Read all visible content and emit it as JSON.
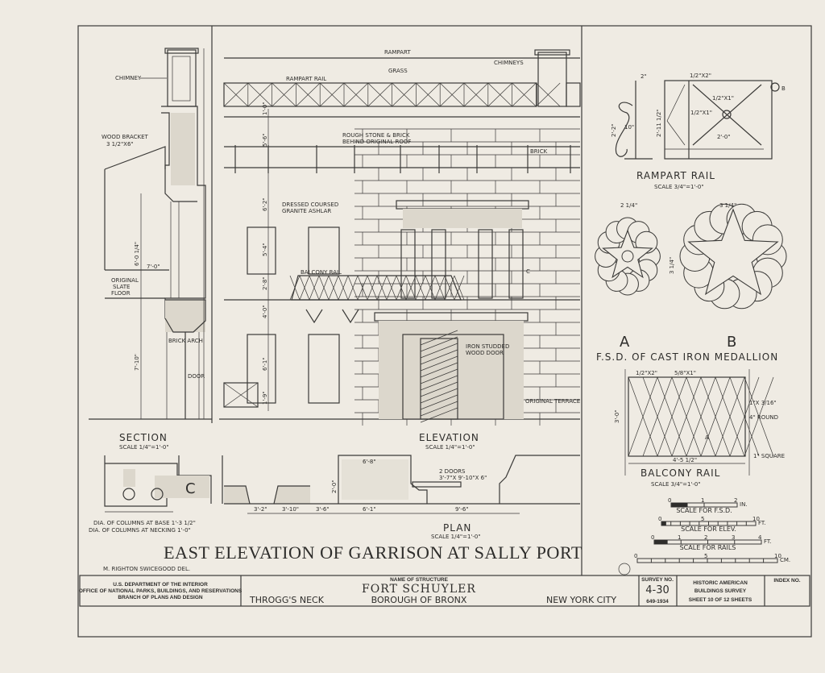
{
  "sheet": {
    "title": "EAST ELEVATION OF GARRISON AT SALLY PORT",
    "delineator": "M. RIGHTON SWICEGOOD DEL."
  },
  "section": {
    "title": "SECTION",
    "scale": "SCALE 1/4\"=1'-0\"",
    "labels": [
      "CHIMNEY",
      "WOOD BRACKET",
      "3 1/2\"X6\"",
      "ORIGINAL",
      "SLATE",
      "FLOOR",
      "BRICK ARCH",
      "DOOR",
      "7'-0\"",
      "7'-10\"",
      "6'-0 1/4\""
    ]
  },
  "elevation": {
    "title": "ELEVATION",
    "scale": "SCALE 1/4\"=1'-0\"",
    "labels": [
      "RAMPART",
      "GRASS",
      "RAMPART RAIL",
      "CHIMNEYS",
      "ROUGH STONE & BRICK",
      "BEHIND ORIGINAL ROOF",
      "BRICK",
      "DRESSED COURSED",
      "GRANITE ASHLAR",
      "BALCONY RAIL",
      "C",
      "IRON STUDDED",
      "WOOD DOOR",
      "ORIGINAL TERRACE"
    ],
    "dims": [
      "1'-0\"",
      "5'-6\"",
      "6'-2\"",
      "5'-4\"",
      "2'-8\"",
      "4'-0\"",
      "6'-1\"",
      "1'-9\""
    ]
  },
  "plan": {
    "title": "PLAN",
    "scale": "SCALE 1/4\"=1'-0\"",
    "dims": [
      "3'-2\"",
      "3'-10\"",
      "3'-6\"",
      "6'-1\"",
      "9'-6\"",
      "6'-8\"",
      "2'-0\""
    ],
    "note1": "2 DOORS",
    "note2": "3'-7\"X 9'-10\"X 6\"",
    "column_note1": "DIA. OF COLUMNS AT BASE 1'-3 1/2\"",
    "column_note2": "DIA. OF COLUMNS AT NECKING 1'-0\"",
    "c_mark": "C"
  },
  "rampart_rail": {
    "title": "RAMPART RAIL",
    "scale": "SCALE 3/4\"=1'-0\"",
    "labels": [
      "1/2\"X2\"",
      "1/2\"X1\"",
      "1/2\"X1\"",
      "2'-0\"",
      "2'-11 1/2\"",
      "2'-2\"",
      "10\"",
      "2\"",
      "B"
    ]
  },
  "medallion": {
    "title": "F.S.D. OF CAST IRON MEDALLION",
    "a_label": "A",
    "b_label": "B",
    "dims": [
      "2 1/4\"",
      "3 1/4\"",
      "3 1/4\""
    ]
  },
  "balcony_rail": {
    "title": "BALCONY RAIL",
    "scale": "SCALE 3/4\"=1'-0\"",
    "labels": [
      "1/2\"X2\"",
      "5/8\"X1\"",
      "1\"X 3/16\"",
      "4\" ROUND",
      "1\" SQUARE",
      "4'-5 1/2\"",
      "3'-0\"",
      "A"
    ]
  },
  "scales": [
    {
      "name": "SCALE FOR F.S.D.",
      "ticks": [
        "0",
        "1",
        "2"
      ],
      "unit": "IN."
    },
    {
      "name": "SCALE FOR ELEV.",
      "ticks": [
        "0",
        "5",
        "10"
      ],
      "unit": "FT."
    },
    {
      "name": "SCALE FOR RAILS",
      "ticks": [
        "0",
        "1",
        "2",
        "3",
        "4"
      ],
      "unit": "FT."
    },
    {
      "name": "",
      "ticks": [
        "0",
        "5",
        "10"
      ],
      "unit": "CM."
    }
  ],
  "title_block": {
    "dept1": "U.S. DEPARTMENT OF THE INTERIOR",
    "dept2": "OFFICE OF NATIONAL PARKS, BUILDINGS, AND RESERVATIONS",
    "dept3": "BRANCH OF PLANS AND DESIGN",
    "name_label": "NAME OF STRUCTURE",
    "structure": "FORT SCHUYLER",
    "borough": "BOROUGH OF BRONX",
    "locality": "THROGG'S NECK",
    "city": "NEW YORK CITY",
    "survey_label": "SURVEY NO.",
    "survey_no": "4-30",
    "survey_sub": "649-1934",
    "habs1": "HISTORIC AMERICAN",
    "habs2": "BUILDINGS SURVEY",
    "sheet_text": "SHEET 10 OF 12 SHEETS",
    "index_label": "INDEX NO."
  }
}
